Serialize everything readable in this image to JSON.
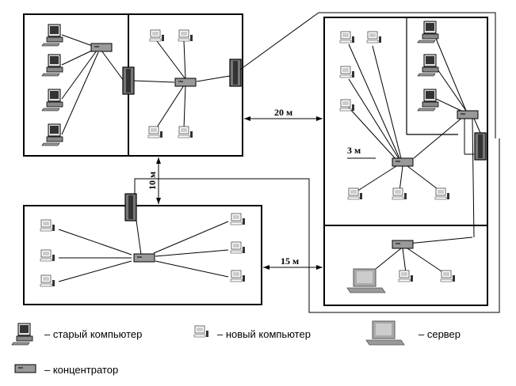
{
  "dimensions": {
    "top_rooms_distance": "20 м",
    "vertical_distance": "10 м",
    "bottom_rooms_distance": "15 м",
    "inner_room_label": "3 м"
  },
  "legend": {
    "old_computer": "– старый компьютер",
    "new_computer": "– новый компьютер",
    "server": "– сервер",
    "hub": "– концентратор"
  }
}
